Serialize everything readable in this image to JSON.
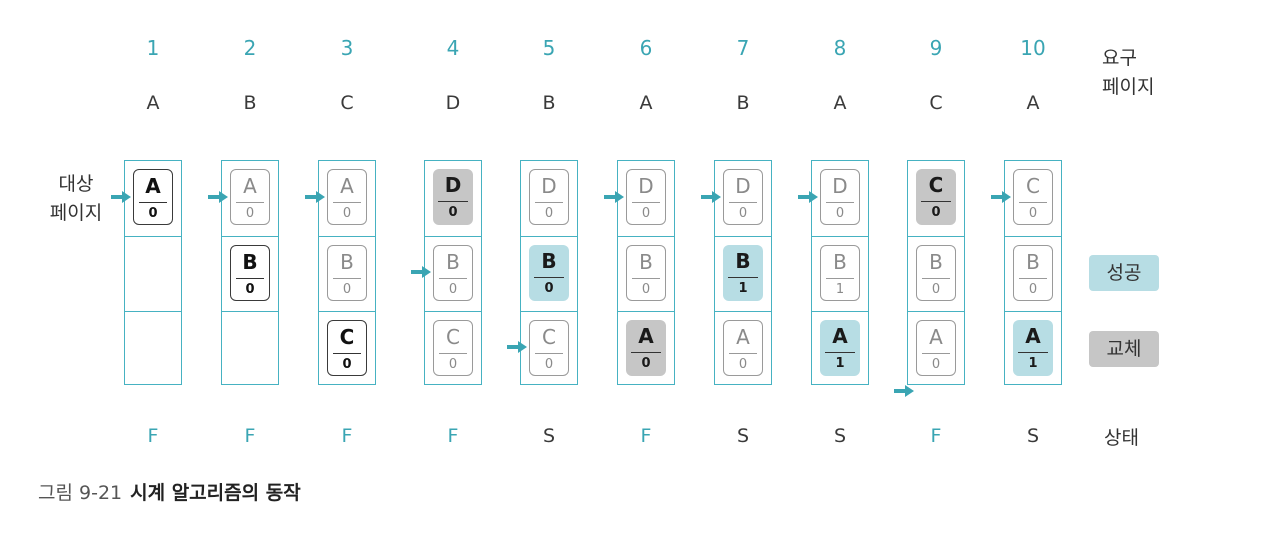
{
  "steps": [
    "1",
    "2",
    "3",
    "4",
    "5",
    "6",
    "7",
    "8",
    "9",
    "10"
  ],
  "requests": [
    "A",
    "B",
    "C",
    "D",
    "B",
    "A",
    "B",
    "A",
    "C",
    "A"
  ],
  "statuses": [
    "F",
    "F",
    "F",
    "F",
    "S",
    "F",
    "S",
    "S",
    "F",
    "S"
  ],
  "labels": {
    "request_line1": "요구",
    "request_line2": "페이지",
    "target_line1": "대상",
    "target_line2": "페이지",
    "status": "상태"
  },
  "legend": {
    "hit": "성공",
    "replace": "교체"
  },
  "caption": {
    "number": "그림 9-21",
    "title": "시계 알고리즘의 동작"
  },
  "colors": {
    "frame_border": "#46b2c2",
    "hit": "#b7dde4",
    "replace": "#c6c6c6",
    "fault_text": "#3aa5b3"
  },
  "columns": [
    {
      "pointer": 0,
      "frames": [
        {
          "page": "A",
          "bit": "0",
          "style": "normal"
        },
        null,
        null
      ]
    },
    {
      "pointer": 0,
      "frames": [
        {
          "page": "A",
          "bit": "0",
          "style": "faded"
        },
        {
          "page": "B",
          "bit": "0",
          "style": "normal"
        },
        null
      ]
    },
    {
      "pointer": 0,
      "frames": [
        {
          "page": "A",
          "bit": "0",
          "style": "faded"
        },
        {
          "page": "B",
          "bit": "0",
          "style": "faded"
        },
        {
          "page": "C",
          "bit": "0",
          "style": "normal"
        }
      ]
    },
    {
      "pointer": 1,
      "frames": [
        {
          "page": "D",
          "bit": "0",
          "style": "rep"
        },
        {
          "page": "B",
          "bit": "0",
          "style": "faded"
        },
        {
          "page": "C",
          "bit": "0",
          "style": "faded"
        }
      ]
    },
    {
      "pointer": 2,
      "frames": [
        {
          "page": "D",
          "bit": "0",
          "style": "faded"
        },
        {
          "page": "B",
          "bit": "0",
          "style": "hit"
        },
        {
          "page": "C",
          "bit": "0",
          "style": "faded"
        }
      ]
    },
    {
      "pointer": 0,
      "frames": [
        {
          "page": "D",
          "bit": "0",
          "style": "faded"
        },
        {
          "page": "B",
          "bit": "0",
          "style": "faded"
        },
        {
          "page": "A",
          "bit": "0",
          "style": "rep"
        }
      ]
    },
    {
      "pointer": 0,
      "frames": [
        {
          "page": "D",
          "bit": "0",
          "style": "faded"
        },
        {
          "page": "B",
          "bit": "1",
          "style": "hit"
        },
        {
          "page": "A",
          "bit": "0",
          "style": "faded"
        }
      ]
    },
    {
      "pointer": 0,
      "frames": [
        {
          "page": "D",
          "bit": "0",
          "style": "faded"
        },
        {
          "page": "B",
          "bit": "1",
          "style": "faded"
        },
        {
          "page": "A",
          "bit": "1",
          "style": "hit"
        }
      ]
    },
    {
      "pointer": 3,
      "frames": [
        {
          "page": "C",
          "bit": "0",
          "style": "rep"
        },
        {
          "page": "B",
          "bit": "0",
          "style": "faded"
        },
        {
          "page": "A",
          "bit": "0",
          "style": "faded"
        }
      ]
    },
    {
      "pointer": 0,
      "frames": [
        {
          "page": "C",
          "bit": "0",
          "style": "faded"
        },
        {
          "page": "B",
          "bit": "0",
          "style": "faded"
        },
        {
          "page": "A",
          "bit": "1",
          "style": "hit"
        }
      ]
    }
  ]
}
